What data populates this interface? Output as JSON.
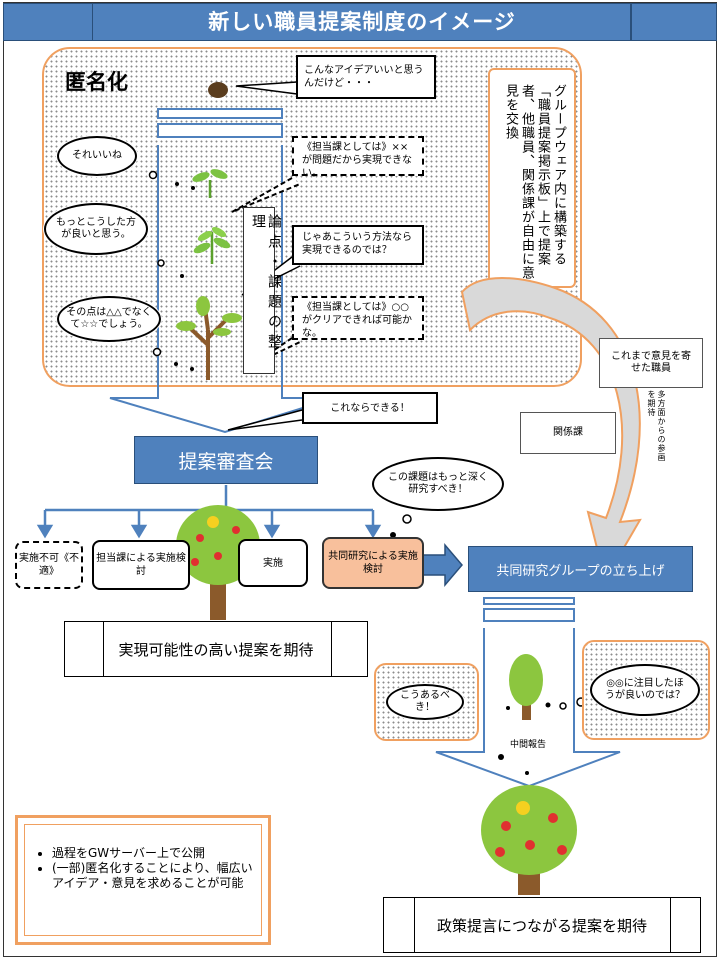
{
  "title": "新しい職員提案制度のイメージ",
  "anon": {
    "label": "匿名化",
    "idea_bubble": "こんなアイデアいいと思うんだけど・・・",
    "scroll_text": "グループウェア内に構築する「職員提案掲示板」上で提案者、他職員、関係課が自由に意見を交換",
    "cloud1": "それいいね",
    "cloud2": "もっとこうした方が良いと思う。",
    "cloud3": "その点は△△でなくて☆☆でしょう。",
    "dept1": "《担当課としては》××が問題だから実現できない。",
    "suggest": "じゃあこういう方法なら実現できるのでは？",
    "dept2": "《担当課としては》○○がクリアできれば可能かな。",
    "issues_label": "論点・課題の整理",
    "can_do": "これならできる！"
  },
  "review": {
    "label": "提案審査会",
    "out1": "実施不可《不適》",
    "out2": "担当課による実施検討",
    "out3": "実施",
    "out4": "共同研究による実施検討",
    "research_cloud": "この課題はもっと深く研究すべき！",
    "expect1": "実現可能性の高い提案を期待"
  },
  "side": {
    "past": "これまで意見を寄せた職員",
    "multi": "多方面からの参画を期待",
    "related": "関係課"
  },
  "research": {
    "launch": "共同研究グループの立ち上げ",
    "cloud_a": "こうあるべき！",
    "cloud_b": "◎◎に注目したほうが良いのでは？",
    "interim": "中間報告",
    "expect2": "政策提言につながる提案を期待"
  },
  "notes": [
    "過程をGWサーバー上で公開",
    "(一部)匿名化することにより、幅広いアイデア・意見を求めることが可能"
  ],
  "colors": {
    "blue": "#4f81bd",
    "orange": "#f0a060",
    "salmon": "#f8c09c",
    "leaf": "#8cc63f",
    "trunk": "#8b5a2b"
  }
}
